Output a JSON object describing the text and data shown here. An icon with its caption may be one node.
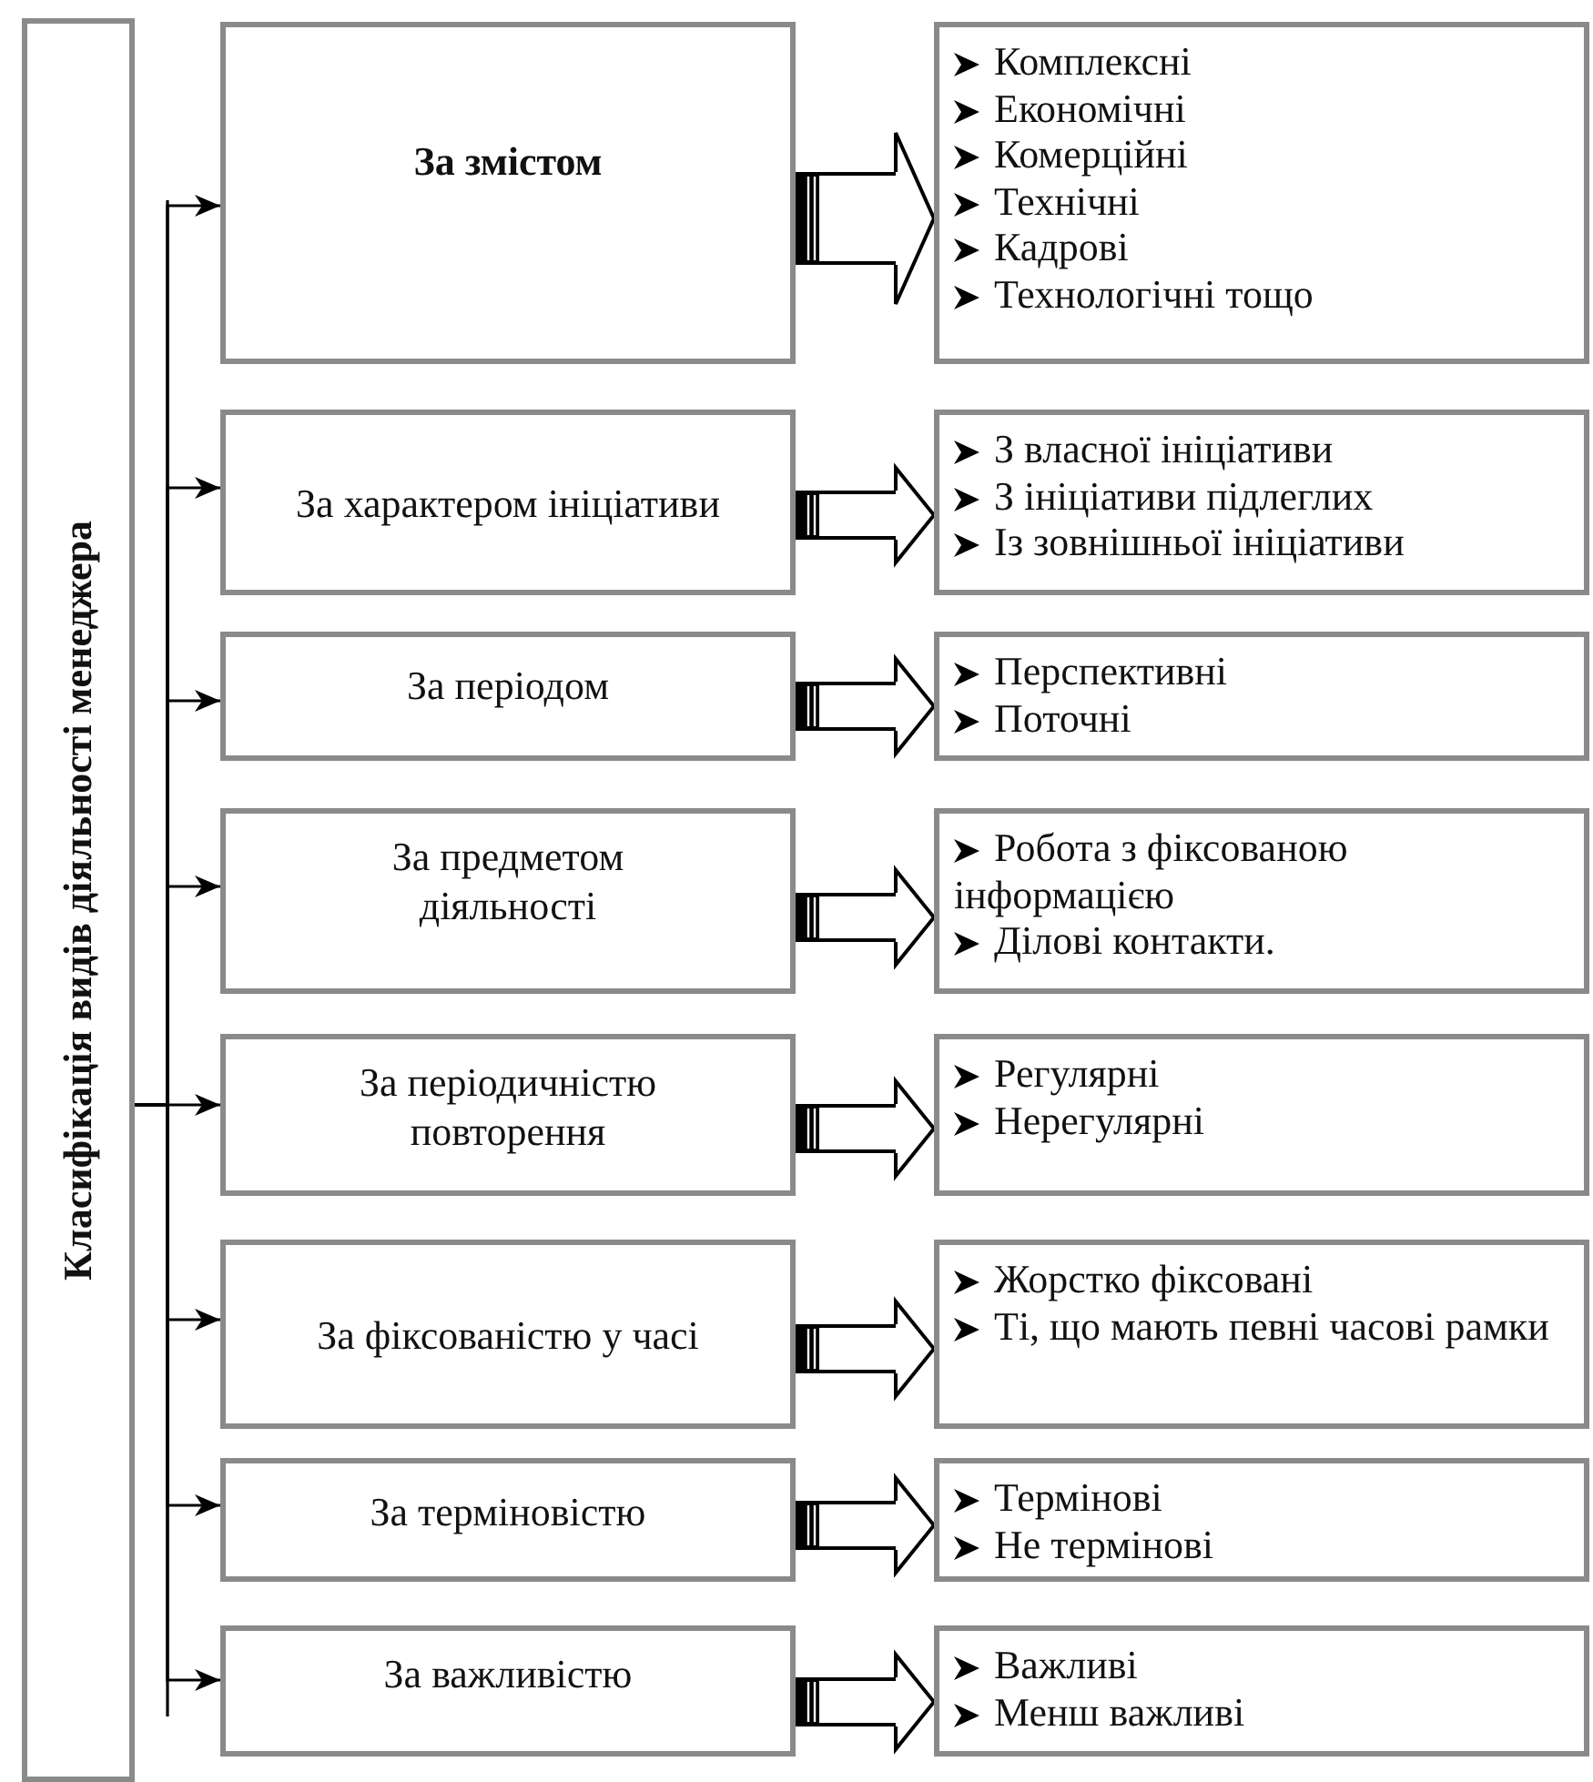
{
  "diagram": {
    "nodes": [
      {
        "text": [
          "Класифікація видів діяльності менеджера"
        ]
      },
      {
        "text": [
          "За змістом"
        ]
      },
      {
        "text": [
          "За характером ініціативи"
        ]
      },
      {
        "text": [
          "За періодом"
        ]
      },
      {
        "text": [
          "За предметом діяльності"
        ]
      },
      {
        "text": [
          "За періодичністю повторення"
        ]
      },
      {
        "text": [
          "За фіксованістю у часі"
        ]
      },
      {
        "text": [
          "За терміновістю"
        ]
      },
      {
        "text": [
          "За важливістю"
        ]
      },
      {
        "text": [
          "Комплексні",
          "Економічні",
          "Комерційні",
          "Технічні",
          "Кадрові",
          "Технологічні тощо"
        ]
      },
      {
        "text": [
          "З власної ініціативи",
          "З ініціативи підлеглих",
          "Із зовнішньої ініціативи"
        ]
      },
      {
        "text": [
          "Перспективні",
          "Поточні"
        ]
      },
      {
        "text": [
          "Робота з фіксованою інформацією",
          "Ділові контакти."
        ]
      },
      {
        "text": [
          "Регулярні",
          "Нерегулярні"
        ]
      },
      {
        "text": [
          "Жорстко фіксовані",
          "Ті, що мають певні часові рамки"
        ]
      },
      {
        "text": [
          "Термінові",
          "Не термінові"
        ]
      },
      {
        "text": [
          "Важливі",
          "Менш важливі"
        ]
      }
    ],
    "edges": [
      {
        "from": 0,
        "to": 1,
        "arrow": "to"
      },
      {
        "from": 0,
        "to": 2,
        "arrow": "to"
      },
      {
        "from": 0,
        "to": 3,
        "arrow": "to"
      },
      {
        "from": 0,
        "to": 4,
        "arrow": "to"
      },
      {
        "from": 0,
        "to": 5,
        "arrow": "to"
      },
      {
        "from": 0,
        "to": 6,
        "arrow": "to"
      },
      {
        "from": 0,
        "to": 7,
        "arrow": "to"
      },
      {
        "from": 0,
        "to": 8,
        "arrow": "to"
      },
      {
        "from": 1,
        "to": 9,
        "arrow": "to",
        "style": "thick"
      },
      {
        "from": 2,
        "to": 10,
        "arrow": "to",
        "style": "thick"
      },
      {
        "from": 3,
        "to": 11,
        "arrow": "to",
        "style": "thick"
      },
      {
        "from": 4,
        "to": 12,
        "arrow": "to",
        "style": "thick"
      },
      {
        "from": 5,
        "to": 13,
        "arrow": "to",
        "style": "thick"
      },
      {
        "from": 6,
        "to": 14,
        "arrow": "to",
        "style": "thick"
      },
      {
        "from": 7,
        "to": 15,
        "arrow": "to",
        "style": "thick"
      },
      {
        "from": 8,
        "to": 16,
        "arrow": "to",
        "style": "thick"
      }
    ]
  }
}
